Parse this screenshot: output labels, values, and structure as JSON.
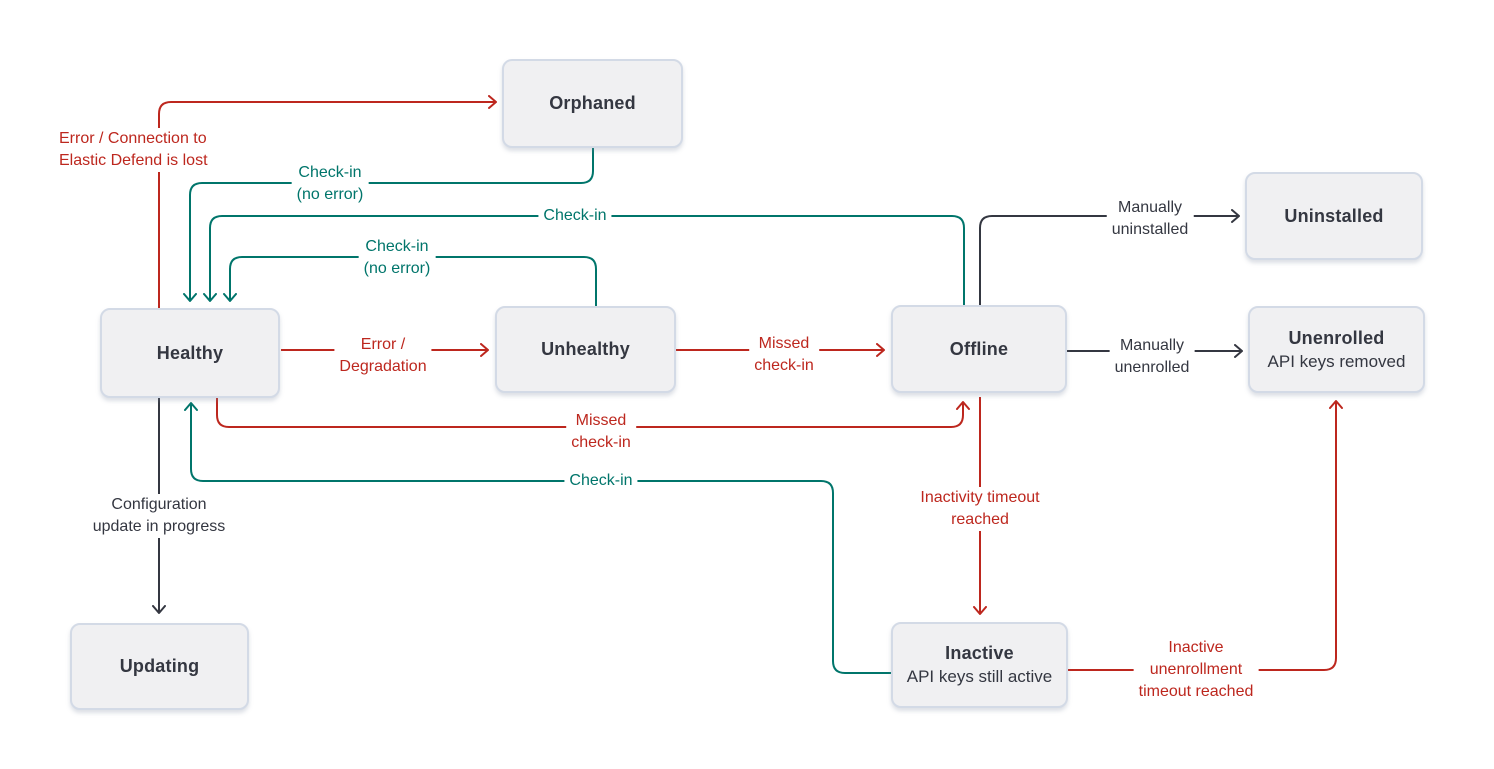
{
  "colors": {
    "red": "#BD271E",
    "teal": "#00756B",
    "dark": "#343741",
    "node_fill": "#F0F0F2",
    "node_border": "#D3DAE6"
  },
  "nodes": {
    "orphaned": {
      "title": "Orphaned"
    },
    "healthy": {
      "title": "Healthy"
    },
    "unhealthy": {
      "title": "Unhealthy"
    },
    "offline": {
      "title": "Offline"
    },
    "uninstalled": {
      "title": "Uninstalled"
    },
    "unenrolled": {
      "title": "Unenrolled",
      "subtitle": "API keys removed"
    },
    "updating": {
      "title": "Updating"
    },
    "inactive": {
      "title": "Inactive",
      "subtitle": "API keys still active"
    }
  },
  "edges": {
    "healthy_to_orphaned": {
      "from": "Healthy",
      "to": "Orphaned",
      "color": "red",
      "label": "Error / Connection to\nElastic Defend is lost"
    },
    "orphaned_to_healthy": {
      "from": "Orphaned",
      "to": "Healthy",
      "color": "teal",
      "label": "Check-in\n(no error)"
    },
    "offline_to_healthy": {
      "from": "Offline",
      "to": "Healthy",
      "color": "teal",
      "label": "Check-in"
    },
    "unhealthy_to_healthy": {
      "from": "Unhealthy",
      "to": "Healthy",
      "color": "teal",
      "label": "Check-in\n(no error)"
    },
    "healthy_to_unhealthy": {
      "from": "Healthy",
      "to": "Unhealthy",
      "color": "red",
      "label": "Error /\nDegradation"
    },
    "unhealthy_to_offline": {
      "from": "Unhealthy",
      "to": "Offline",
      "color": "red",
      "label": "Missed\ncheck-in"
    },
    "healthy_to_offline": {
      "from": "Healthy",
      "to": "Offline",
      "color": "red",
      "label": "Missed\ncheck-in"
    },
    "inactive_to_healthy": {
      "from": "Inactive",
      "to": "Healthy",
      "color": "teal",
      "label": "Check-in"
    },
    "offline_to_uninstalled": {
      "from": "Offline",
      "to": "Uninstalled",
      "color": "dark",
      "label": "Manually\nuninstalled"
    },
    "offline_to_unenrolled": {
      "from": "Offline",
      "to": "Unenrolled",
      "color": "dark",
      "label": "Manually\nunenrolled"
    },
    "offline_to_inactive": {
      "from": "Offline",
      "to": "Inactive",
      "color": "red",
      "label": "Inactivity timeout\nreached"
    },
    "inactive_to_unenrolled": {
      "from": "Inactive",
      "to": "Unenrolled",
      "color": "red",
      "label": "Inactive\nunenrollment\ntimeout reached"
    },
    "healthy_to_updating": {
      "from": "Healthy",
      "to": "Updating",
      "color": "dark",
      "label": "Configuration\nupdate in progress"
    }
  }
}
